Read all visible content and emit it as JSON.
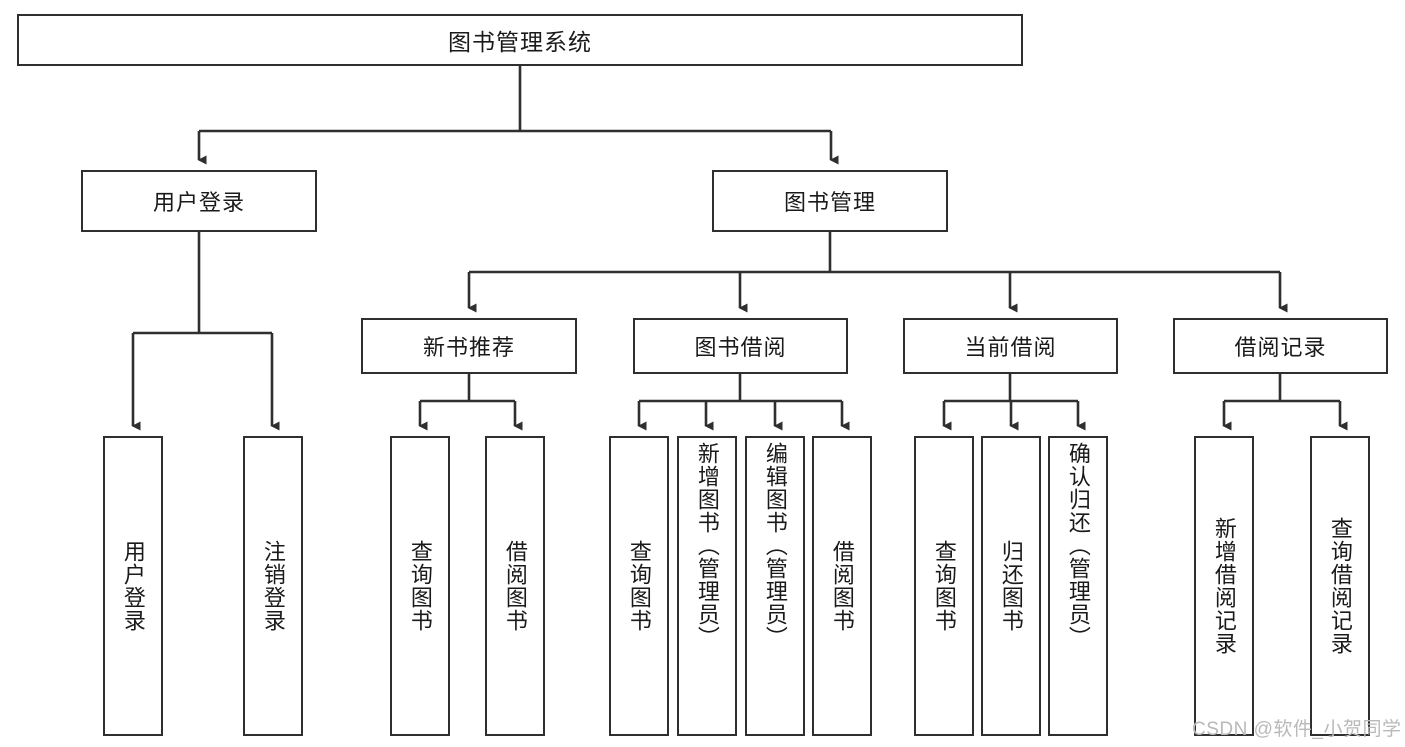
{
  "diagram": {
    "type": "tree-hierarchy-function-structure",
    "title": "图书管理系统",
    "root": {
      "id": "root",
      "label": "图书管理系统"
    },
    "level1": [
      {
        "id": "user-login",
        "label": "用户登录"
      },
      {
        "id": "book-management",
        "label": "图书管理"
      }
    ],
    "level2": [
      {
        "id": "new-book-recommend",
        "label": "新书推荐",
        "parent": "book-management"
      },
      {
        "id": "book-borrow",
        "label": "图书借阅",
        "parent": "book-management"
      },
      {
        "id": "current-borrow",
        "label": "当前借阅",
        "parent": "book-management"
      },
      {
        "id": "borrow-record",
        "label": "借阅记录",
        "parent": "book-management"
      }
    ],
    "leaves": [
      {
        "id": "leaf-user-login",
        "label": "用户登录",
        "parent": "user-login"
      },
      {
        "id": "leaf-logout",
        "label": "注销登录",
        "parent": "user-login"
      },
      {
        "id": "leaf-query-book-1",
        "label": "查询图书",
        "parent": "new-book-recommend"
      },
      {
        "id": "leaf-borrow-book-1",
        "label": "借阅图书",
        "parent": "new-book-recommend"
      },
      {
        "id": "leaf-query-book-2",
        "label": "查询图书",
        "parent": "book-borrow"
      },
      {
        "id": "leaf-add-book",
        "label": "新增图书（管理员）",
        "parent": "book-borrow"
      },
      {
        "id": "leaf-edit-book",
        "label": "编辑图书（管理员）",
        "parent": "book-borrow"
      },
      {
        "id": "leaf-borrow-book-2",
        "label": "借阅图书",
        "parent": "book-borrow"
      },
      {
        "id": "leaf-query-book-3",
        "label": "查询图书",
        "parent": "current-borrow"
      },
      {
        "id": "leaf-return-book",
        "label": "归还图书",
        "parent": "current-borrow"
      },
      {
        "id": "leaf-confirm-return",
        "label": "确认归还（管理员）",
        "parent": "current-borrow"
      },
      {
        "id": "leaf-add-record",
        "label": "新增借阅记录",
        "parent": "borrow-record"
      },
      {
        "id": "leaf-query-record",
        "label": "查询借阅记录",
        "parent": "borrow-record"
      }
    ],
    "colors": {
      "stroke": "#2f2f2f",
      "fill": "#ffffff",
      "text": "#1a1a1a",
      "watermark": "#b9b9b9"
    }
  },
  "watermark": {
    "text": "CSDN @软件_小贺同学"
  }
}
